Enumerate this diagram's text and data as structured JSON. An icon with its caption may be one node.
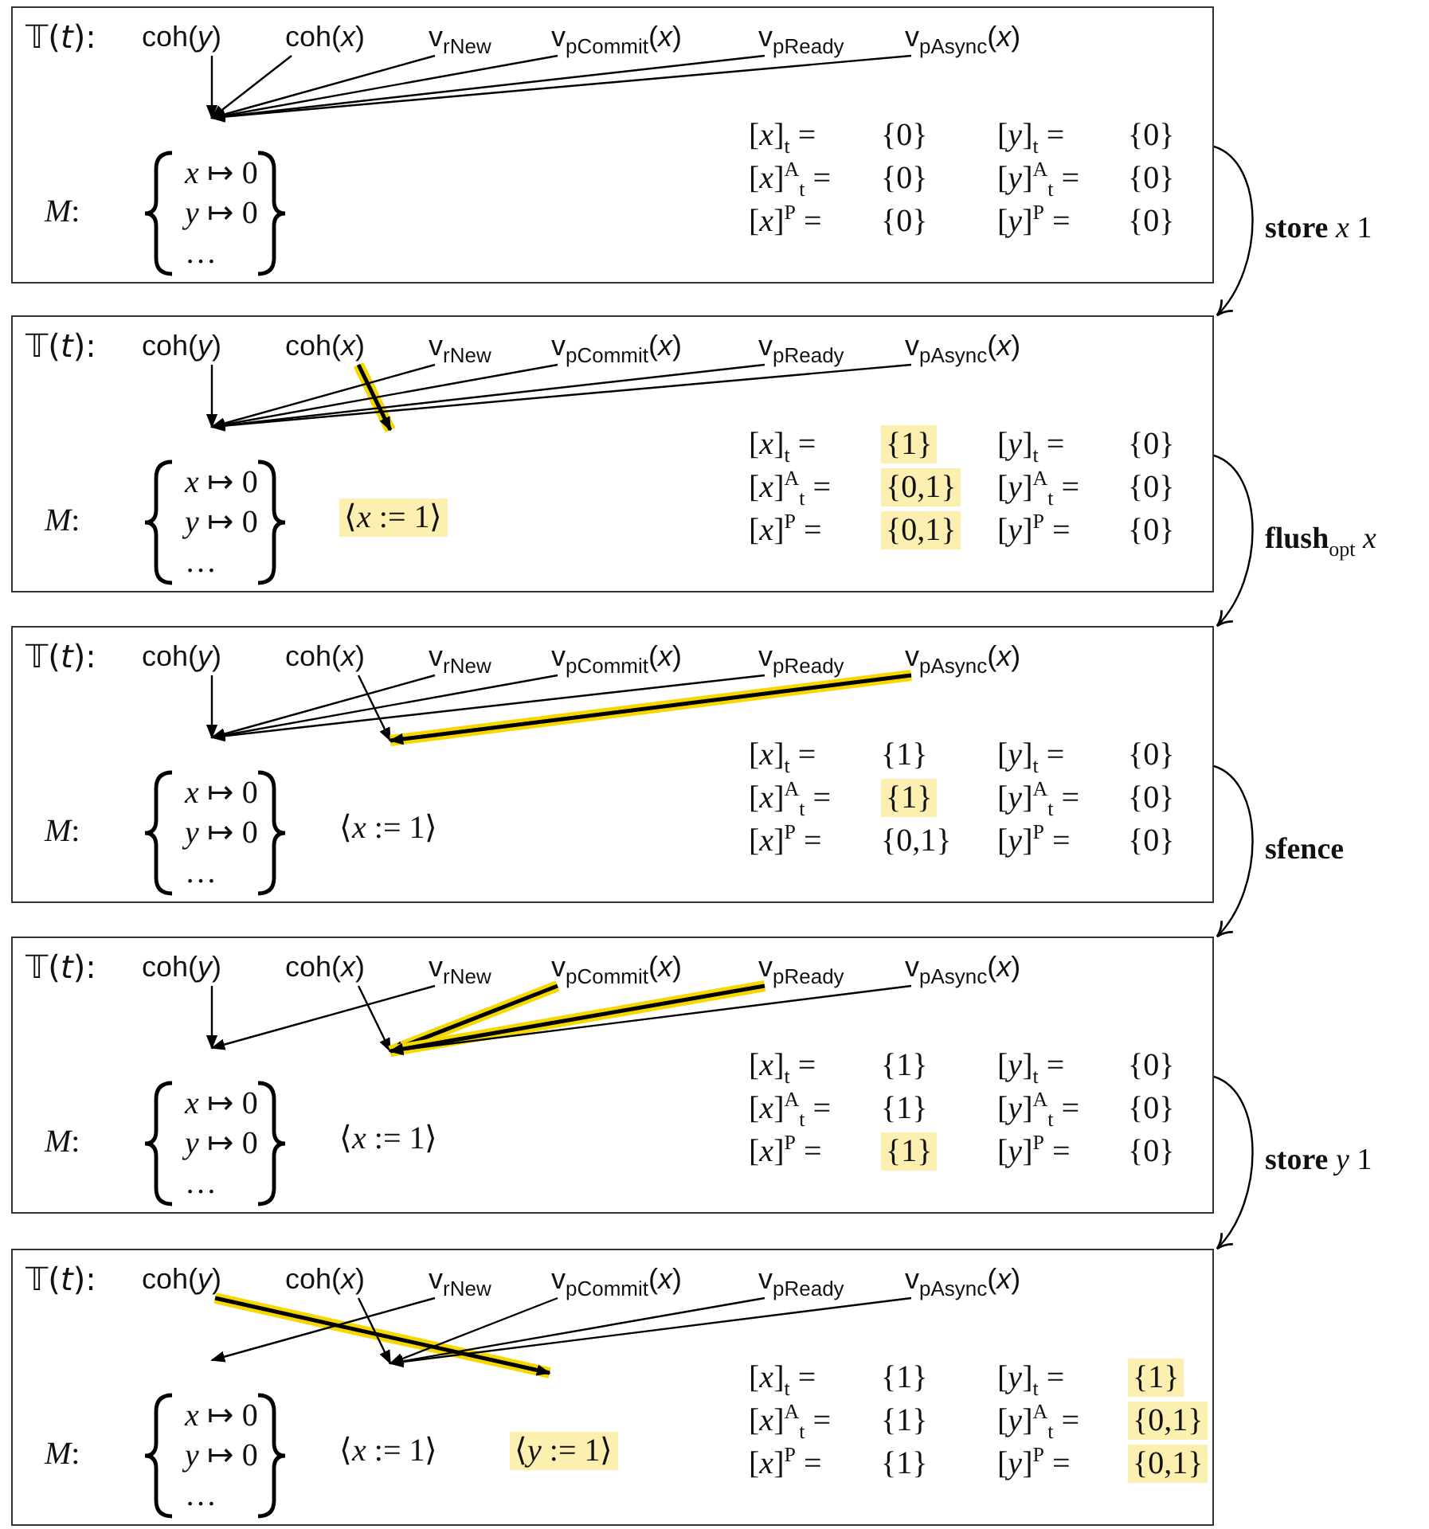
{
  "diagram": {
    "nodes": [
      {
        "text": [],
        "shape": "box"
      },
      {
        "text": [
          "coh(*y*)"
        ],
        "in": 0
      },
      {
        "text": [
          "coh(*x*)"
        ],
        "in": 0
      },
      {
        "text": [
          "v$_{rNew}$"
        ],
        "in": 0
      },
      {
        "text": [
          "v$_{pCommit}$(*x*)"
        ],
        "in": 0
      },
      {
        "text": [
          "v$_{pReady}$"
        ],
        "in": 0
      },
      {
        "text": [
          "v$_{pAsync}$(*x*)"
        ],
        "in": 0
      },
      {
        "text": [],
        "shape": "box"
      },
      {
        "text": [
          "coh(*y*)"
        ],
        "in": 7
      },
      {
        "text": [
          "coh(*x*)"
        ],
        "in": 7
      },
      {
        "text": [
          "v$_{rNew}$"
        ],
        "in": 7
      },
      {
        "text": [
          "v$_{pCommit}$(*x*)"
        ],
        "in": 7
      },
      {
        "text": [
          "v$_{pReady}$"
        ],
        "in": 7
      },
      {
        "text": [
          "v$_{pAsync}$(*x*)"
        ],
        "in": 7
      },
      {
        "text": [
          "⟨*x* := 1⟩"
        ],
        "in": 7
      },
      {
        "text": [
          "{1}"
        ],
        "in": 7
      },
      {
        "text": [
          "{0,1}"
        ],
        "in": 7
      },
      {
        "text": [
          "{0,1}"
        ],
        "in": 7
      },
      {
        "text": [],
        "shape": "box"
      },
      {
        "text": [
          "coh(*y*)"
        ],
        "in": 18
      },
      {
        "text": [
          "coh(*x*)"
        ],
        "in": 18
      },
      {
        "text": [
          "v$_{rNew}$"
        ],
        "in": 18
      },
      {
        "text": [
          "v$_{pCommit}$(*x*)"
        ],
        "in": 18
      },
      {
        "text": [
          "v$_{pReady}$"
        ],
        "in": 18
      },
      {
        "text": [
          "v$_{pAsync}$(*x*)"
        ],
        "in": 18
      },
      {
        "text": [
          "{1}"
        ],
        "in": 18
      },
      {
        "text": [],
        "shape": "box"
      },
      {
        "text": [
          "coh(*y*)"
        ],
        "in": 26
      },
      {
        "text": [
          "coh(*x*)"
        ],
        "in": 26
      },
      {
        "text": [
          "v$_{rNew}$"
        ],
        "in": 26
      },
      {
        "text": [
          "v$_{pCommit}$(*x*)"
        ],
        "in": 26
      },
      {
        "text": [
          "v$_{pReady}$"
        ],
        "in": 26
      },
      {
        "text": [
          "v$_{pAsync}$(*x*)"
        ],
        "in": 26
      },
      {
        "text": [
          "{1}"
        ],
        "in": 26
      },
      {
        "text": [],
        "shape": "box"
      },
      {
        "text": [
          "coh(*y*)"
        ],
        "in": 34
      },
      {
        "text": [
          "coh(*x*)"
        ],
        "in": 34
      },
      {
        "text": [
          "v$_{rNew}$"
        ],
        "in": 34
      },
      {
        "text": [
          "v$_{pCommit}$(*x*)"
        ],
        "in": 34
      },
      {
        "text": [
          "v$_{pReady}$"
        ],
        "in": 34
      },
      {
        "text": [
          "v$_{pAsync}$(*x*)"
        ],
        "in": 34
      },
      {
        "text": [
          "⟨*y* := 1⟩"
        ],
        "in": 34
      },
      {
        "text": [
          "{1}"
        ],
        "in": 34
      },
      {
        "text": [
          "{0,1}"
        ],
        "in": 34
      },
      {
        "text": [
          "{0,1}"
        ],
        "in": 34
      }
    ],
    "edges": [
      {
        "from": 0,
        "to": 7,
        "arrow": "to",
        "label": "**store** *x* 1"
      },
      {
        "from": 7,
        "to": 18,
        "arrow": "to",
        "label": "**flush**$_{opt}$ *x*"
      },
      {
        "from": 18,
        "to": 26,
        "arrow": "to",
        "label": "**sfence**"
      },
      {
        "from": 26,
        "to": 34,
        "arrow": "to",
        "label": "**store** *y* 1"
      },
      {
        "from": 1,
        "to": null,
        "arrow": "to"
      },
      {
        "from": 2,
        "to": null,
        "arrow": "to"
      },
      {
        "from": 3,
        "to": null,
        "arrow": "to"
      },
      {
        "from": 4,
        "to": null,
        "arrow": "to"
      },
      {
        "from": 5,
        "to": null,
        "arrow": "to"
      },
      {
        "from": 6,
        "to": null,
        "arrow": "to"
      },
      {
        "from": 8,
        "to": null,
        "arrow": "to"
      },
      {
        "from": 9,
        "to": null,
        "arrow": "to",
        "style": "thick",
        "color": "#f5d800"
      },
      {
        "from": 10,
        "to": null,
        "arrow": "to"
      },
      {
        "from": 11,
        "to": null,
        "arrow": "to"
      },
      {
        "from": 12,
        "to": null,
        "arrow": "to"
      },
      {
        "from": 13,
        "to": null,
        "arrow": "to"
      },
      {
        "from": 19,
        "to": null,
        "arrow": "to"
      },
      {
        "from": 20,
        "to": null,
        "arrow": "to"
      },
      {
        "from": 21,
        "to": null,
        "arrow": "to"
      },
      {
        "from": 22,
        "to": null,
        "arrow": "to"
      },
      {
        "from": 23,
        "to": null,
        "arrow": "to"
      },
      {
        "from": 24,
        "to": null,
        "arrow": "to",
        "style": "thick",
        "color": "#f5d800"
      },
      {
        "from": 27,
        "to": null,
        "arrow": "to"
      },
      {
        "from": 28,
        "to": null,
        "arrow": "to"
      },
      {
        "from": 29,
        "to": null,
        "arrow": "to"
      },
      {
        "from": 30,
        "to": null,
        "arrow": "to",
        "style": "thick",
        "color": "#f5d800"
      },
      {
        "from": 31,
        "to": null,
        "arrow": "to",
        "style": "thick",
        "color": "#f5d800"
      },
      {
        "from": 32,
        "to": null,
        "arrow": "to"
      },
      {
        "from": 35,
        "to": null,
        "arrow": "to",
        "style": "thick",
        "color": "#f5d800"
      },
      {
        "from": 36,
        "to": null,
        "arrow": "to"
      },
      {
        "from": 37,
        "to": null,
        "arrow": "to"
      },
      {
        "from": 38,
        "to": null,
        "arrow": "to"
      },
      {
        "from": 39,
        "to": null,
        "arrow": "to"
      },
      {
        "from": 40,
        "to": null,
        "arrow": "to"
      }
    ],
    "labels": [
      "𝕋(*t*):",
      "*M*:",
      "*x* ↦ 0",
      "*y* ↦ 0",
      "…",
      "[*x*]$_{t}$ =",
      "{0}",
      "[*y*]$_{t}$ =",
      "{0}",
      "[*x*]$^{A}$$_{t}$ =",
      "{0}",
      "[*y*]$^{A}$$_{t}$ =",
      "{0}",
      "[*x*]$^{P}$ =",
      "{0}",
      "[*y*]$^{P}$ =",
      "{0}",
      "𝕋(*t*):",
      "*M*:",
      "*x* ↦ 0",
      "*y* ↦ 0",
      "…",
      "[*x*]$_{t}$ =",
      "[*y*]$_{t}$ =",
      "{0}",
      "[*x*]$^{A}$$_{t}$ =",
      "[*y*]$^{A}$$_{t}$ =",
      "{0}",
      "[*x*]$^{P}$ =",
      "[*y*]$^{P}$ =",
      "{0}",
      "𝕋(*t*):",
      "*M*:",
      "*x* ↦ 0",
      "*y* ↦ 0",
      "…",
      "⟨*x* := 1⟩",
      "[*x*]$_{t}$ =",
      "{1}",
      "[*y*]$_{t}$ =",
      "{0}",
      "[*x*]$^{A}$$_{t}$ =",
      "[*y*]$^{A}$$_{t}$ =",
      "{0}",
      "[*x*]$^{P}$ =",
      "{0,1}",
      "[*y*]$^{P}$ =",
      "{0}",
      "𝕋(*t*):",
      "*M*:",
      "*x* ↦ 0",
      "*y* ↦ 0",
      "…",
      "⟨*x* := 1⟩",
      "[*x*]$_{t}$ =",
      "{1}",
      "[*y*]$_{t}$ =",
      "{0}",
      "[*x*]$^{A}$$_{t}$ =",
      "{1}",
      "[*y*]$^{A}$$_{t}$ =",
      "{0}",
      "[*x*]$^{P}$ =",
      "[*y*]$^{P}$ =",
      "{0}",
      "𝕋(*t*):",
      "*M*:",
      "*x* ↦ 0",
      "*y* ↦ 0",
      "…",
      "⟨*x* := 1⟩",
      "[*x*]$_{t}$ =",
      "{1}",
      "[*y*]$_{t}$ =",
      "[*x*]$^{A}$$_{t}$ =",
      "{1}",
      "[*y*]$^{A}$$_{t}$ =",
      "[*x*]$^{P}$ =",
      "{1}",
      "[*y*]$^{P}$ ="
    ]
  }
}
